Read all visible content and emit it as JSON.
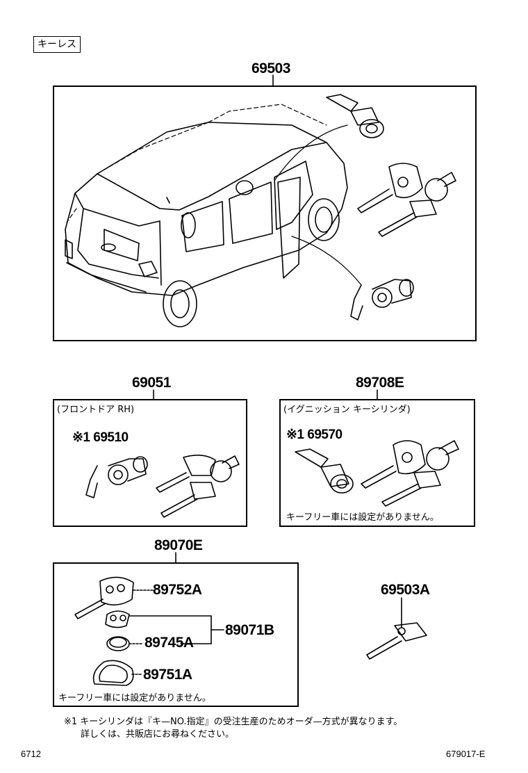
{
  "tag": "キーレス",
  "main": {
    "part": "69503"
  },
  "front_door": {
    "part": "69051",
    "caption": "(フロントドア RH)",
    "sub_part": "※1 69510"
  },
  "ignition": {
    "part": "89708E",
    "caption": "(イグニッション キーシリンダ)",
    "sub_part": "※1 69570",
    "note": "キーフリー車には設定がありません。"
  },
  "keyless": {
    "part": "89070E",
    "items": [
      "89752A",
      "89745A",
      "89751A"
    ],
    "group_part": "89071B",
    "note": "キーフリー車には設定がありません。"
  },
  "blank_key": {
    "part": "69503A"
  },
  "footnote": {
    "line1": "※1 キーシリンダは『キ—NO.指定』の受注生産のためオーダ—方式が異なります。",
    "line2": "詳しくは、共販店にお尋ねください。"
  },
  "footer": {
    "left": "6712",
    "right": "679017-E"
  }
}
